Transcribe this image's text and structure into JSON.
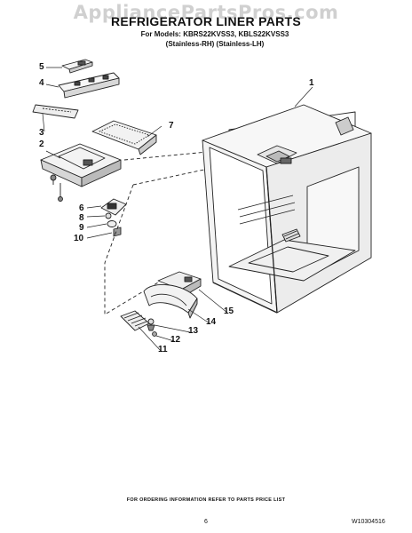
{
  "watermark": "AppliancePartsPros.com",
  "title": "REFRIGERATOR LINER PARTS",
  "models_line": "For Models: KBRS22KVSS3, KBLS22KVSS3",
  "variants_line": "(Stainless-RH)  (Stainless-LH)",
  "callouts": [
    "1",
    "2",
    "3",
    "4",
    "5",
    "6",
    "7",
    "8",
    "9",
    "10",
    "11",
    "12",
    "13",
    "14",
    "15"
  ],
  "footer": "FOR ORDERING INFORMATION REFER TO PARTS PRICE LIST",
  "page_number": "6",
  "part_number": "W10304516"
}
